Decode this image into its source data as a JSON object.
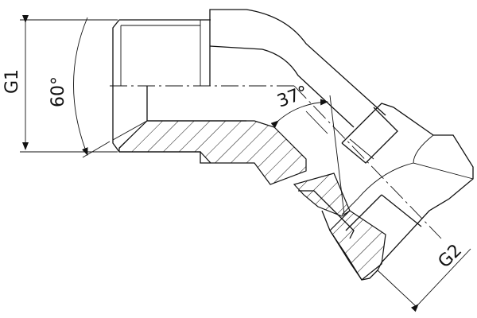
{
  "drawing": {
    "dimensions": {
      "g1": "G1",
      "thread_angle": "60°",
      "cone_angle": "37°",
      "g2": "G2"
    },
    "colors": {
      "line": "#111111",
      "background": "#ffffff"
    }
  }
}
